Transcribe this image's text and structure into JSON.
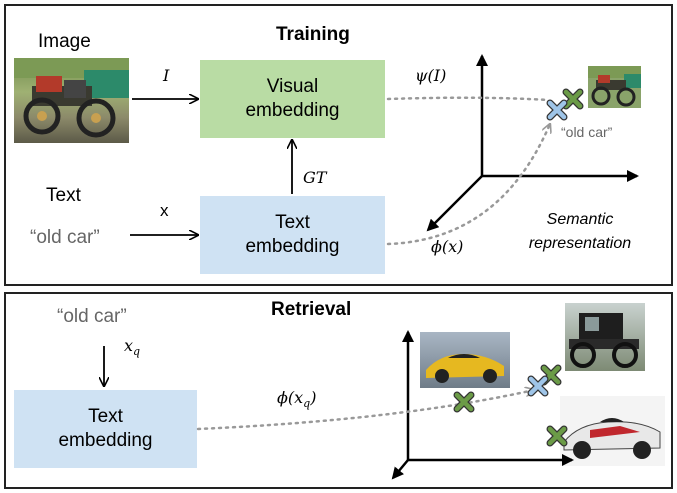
{
  "training": {
    "title": "Training",
    "image_label": "Image",
    "image_symbol": "I",
    "text_label": "Text",
    "text_value": "“old car”",
    "text_symbol": "x",
    "visual_box": {
      "line1": "Visual",
      "line2": "embedding"
    },
    "text_box": {
      "line1": "Text",
      "line2": "embedding"
    },
    "gt_label": "GT",
    "psi_label": "ψ(I)",
    "phi_label": "ϕ(x)",
    "point_caption": "“old car”",
    "space_caption": {
      "line1": "Semantic",
      "line2": "representation"
    }
  },
  "retrieval": {
    "title": "Retrieval",
    "query_text": "“old car”",
    "query_symbol": "x",
    "query_subscript": "q",
    "text_box": {
      "line1": "Text",
      "line2": "embedding"
    },
    "phi_label": "ϕ(x",
    "phi_subscript": "q",
    "phi_close": ")"
  },
  "colors": {
    "visual_box": "#b9dca4",
    "text_box": "#cfe2f3",
    "visual_marker": "#6b9b47",
    "text_marker": "#9fc5e8",
    "dotted_line": "#999999"
  }
}
